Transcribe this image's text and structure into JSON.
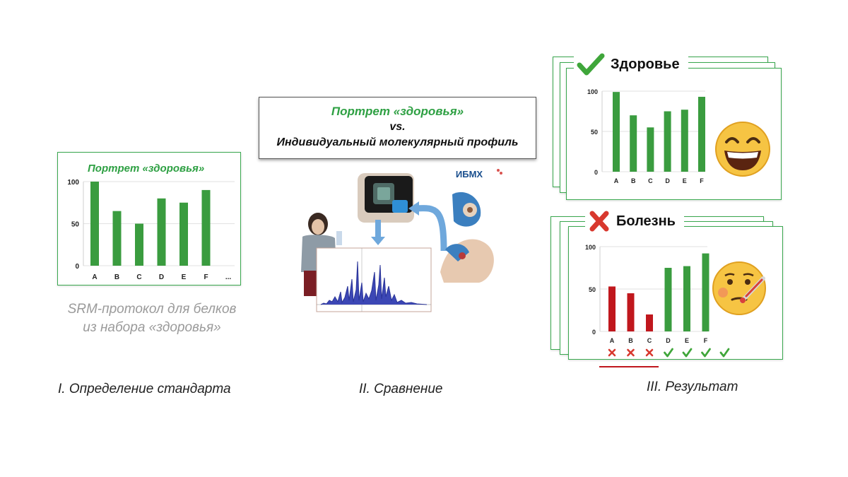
{
  "stage1": {
    "panel_title": "Портрет «здоровья»",
    "subcaption_line1": "SRM-протокол для белков",
    "subcaption_line2": "из набора «здоровья»",
    "caption": "I. Определение стандарта"
  },
  "stage2": {
    "line1": "Портрет «здоровья»",
    "line2": "vs.",
    "line3": "Индивидуальный молекулярный профиль",
    "logo_text": "ИБМХ",
    "caption": "II. Сравнение"
  },
  "stage3": {
    "health_label": "Здоровье",
    "disease_label": "Болезнь",
    "caption": "III. Результат"
  },
  "colors": {
    "green": "#3a9c3f",
    "red": "#c0171d",
    "accent_green": "#2ea043"
  },
  "chart_data": [
    {
      "type": "bar",
      "title": "Портрет «здоровья»",
      "categories": [
        "A",
        "B",
        "C",
        "D",
        "E",
        "F",
        "..."
      ],
      "values": [
        100,
        65,
        50,
        80,
        75,
        90,
        null
      ],
      "yticks": [
        0,
        50,
        100
      ],
      "ylim": [
        0,
        100
      ],
      "grid": true
    },
    {
      "type": "bar",
      "title": "Здоровье",
      "categories": [
        "A",
        "B",
        "C",
        "D",
        "E",
        "F"
      ],
      "values": [
        99,
        70,
        55,
        75,
        77,
        93
      ],
      "yticks": [
        0,
        50,
        100
      ],
      "ylim": [
        0,
        100
      ],
      "grid": true
    },
    {
      "type": "bar",
      "title": "Болезнь",
      "categories": [
        "A",
        "B",
        "C",
        "D",
        "E",
        "F"
      ],
      "values": [
        53,
        45,
        20,
        75,
        77,
        92
      ],
      "bar_status": [
        "bad",
        "bad",
        "bad",
        "good",
        "good",
        "good"
      ],
      "yticks": [
        0,
        50,
        100
      ],
      "ylim": [
        0,
        100
      ],
      "grid": true
    }
  ]
}
